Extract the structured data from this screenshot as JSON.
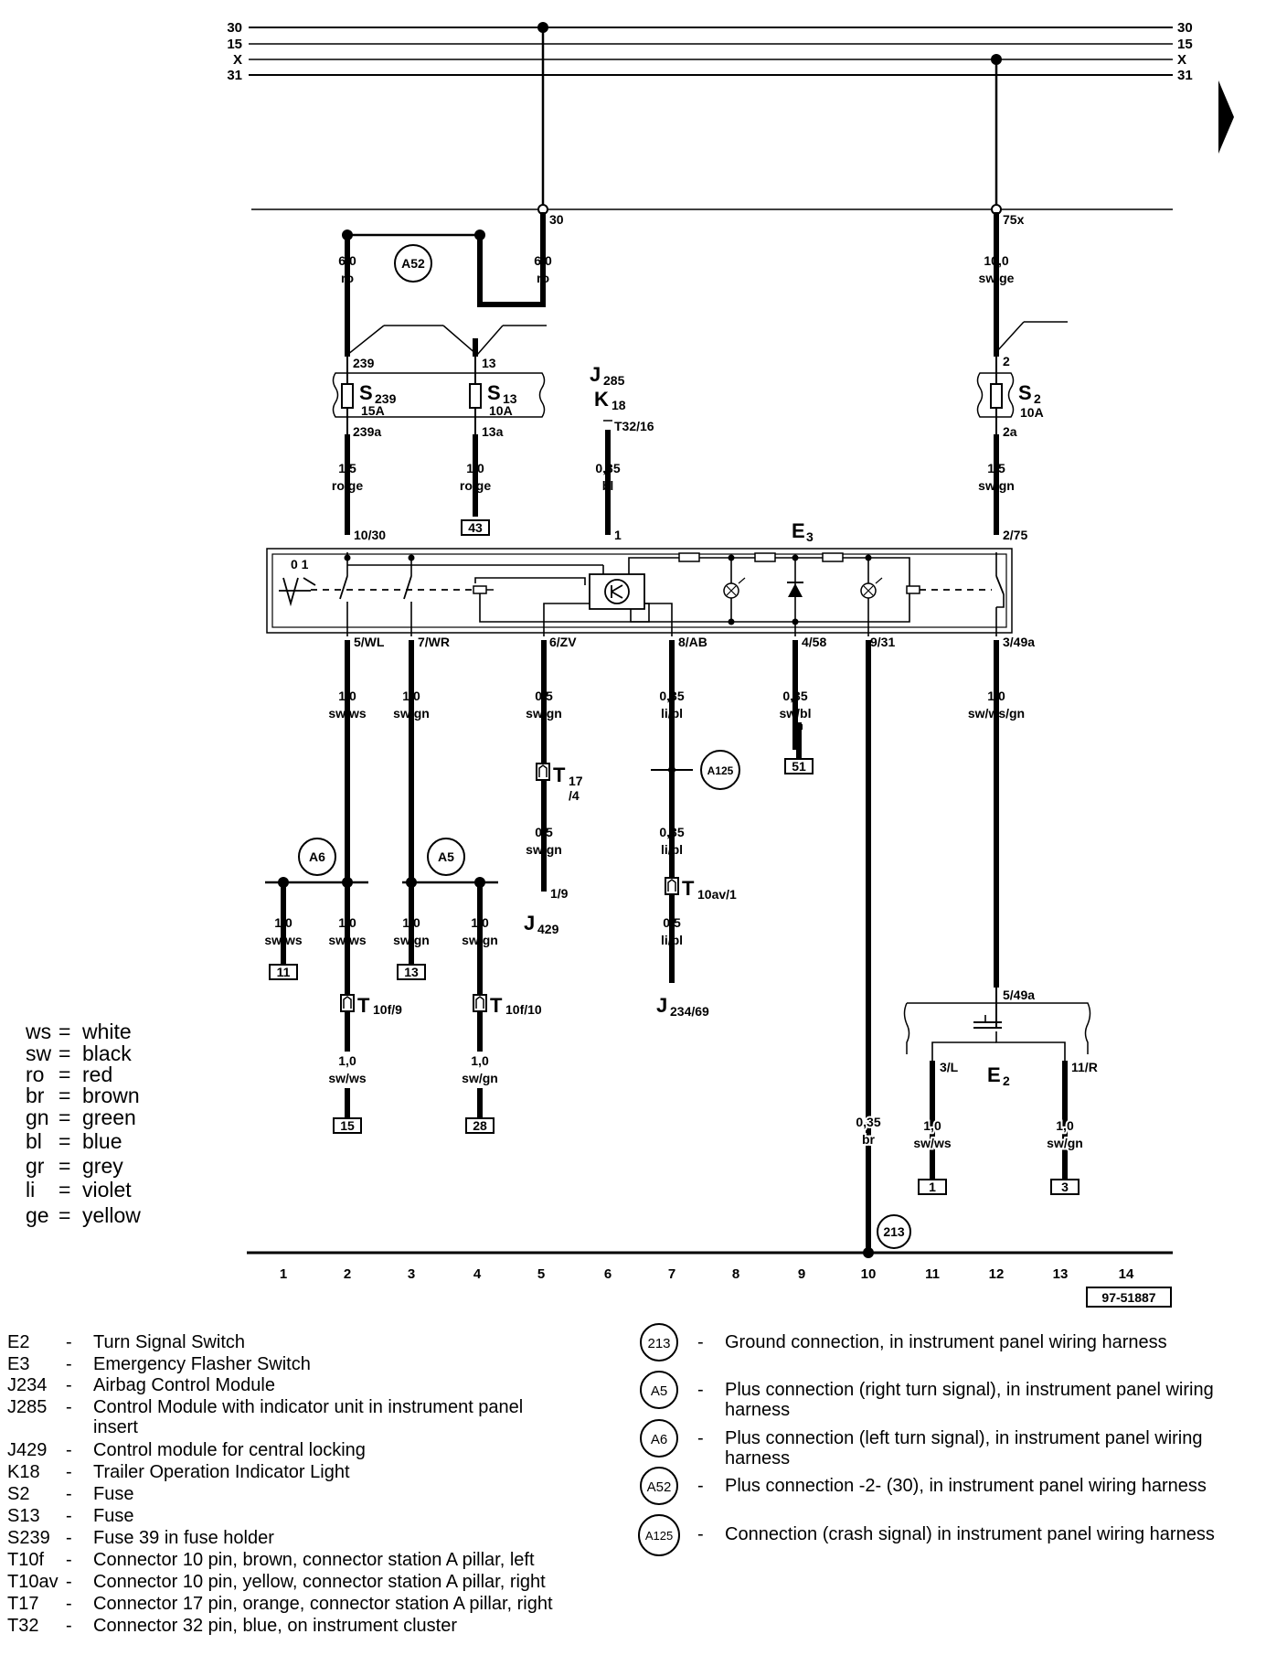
{
  "rails": {
    "left_labels": [
      "30",
      "15",
      "X",
      "31"
    ],
    "right_labels": [
      "30",
      "15",
      "X",
      "31"
    ]
  },
  "terminals": {
    "t30": "30",
    "t75x": "75x",
    "p239": "239",
    "p13": "13",
    "p2": "2",
    "p239a": "239a",
    "p13a": "13a",
    "p2a": "2a",
    "p10_30": "10/30",
    "p1": "1",
    "p2_75": "2/75",
    "p5wl": "5/WL",
    "p7wr": "7/WR",
    "p6zv": "6/ZV",
    "p8ab": "8/AB",
    "p4_58": "4/58",
    "p9_31": "9/31",
    "p3_49a": "3/49a",
    "p1_9": "1/9",
    "p5_49a": "5/49a",
    "p3l": "3/L",
    "p11r": "11/R",
    "t32_16": "T32/16",
    "sw_01": "0 1"
  },
  "wires": {
    "w1": {
      "size": "6,0",
      "color": "ro"
    },
    "w2": {
      "size": "6,0",
      "color": "ro"
    },
    "w3": {
      "size": "10,0",
      "color": "sw/ge"
    },
    "w4": {
      "size": "1,5",
      "color": "ro/ge"
    },
    "w5": {
      "size": "1,0",
      "color": "ro/ge"
    },
    "w6": {
      "size": "0,35",
      "color": "bl"
    },
    "w7": {
      "size": "1,5",
      "color": "sw/gn"
    },
    "w8": {
      "size": "1,0",
      "color": "sw/ws"
    },
    "w9": {
      "size": "1,0",
      "color": "sw/gn"
    },
    "w10": {
      "size": "0,5",
      "color": "sw/gn"
    },
    "w11": {
      "size": "0,35",
      "color": "li/bl"
    },
    "w12": {
      "size": "0,35",
      "color": "sw/bl"
    },
    "w13": {
      "size": "1,0",
      "color": "sw/ws/gn"
    },
    "w14": {
      "size": "0,5",
      "color": "sw/gn"
    },
    "w15": {
      "size": "0,35",
      "color": "li/bl"
    },
    "w16": {
      "size": "1,0",
      "color": "sw/ws"
    },
    "w17": {
      "size": "1,0",
      "color": "sw/ws"
    },
    "w18": {
      "size": "1,0",
      "color": "sw/gn"
    },
    "w19": {
      "size": "1,0",
      "color": "sw/gn"
    },
    "w20": {
      "size": "0,5",
      "color": "li/bl"
    },
    "w21": {
      "size": "1,0",
      "color": "sw/ws"
    },
    "w22": {
      "size": "1,0",
      "color": "sw/gn"
    },
    "w23": {
      "size": "0,35",
      "color": "br"
    },
    "w24": {
      "size": "1,0",
      "color": "sw/ws"
    },
    "w25": {
      "size": "1,0",
      "color": "sw/gn"
    }
  },
  "fuses": {
    "s239": {
      "name": "S",
      "sub": "239",
      "rating": "15A"
    },
    "s13": {
      "name": "S",
      "sub": "13",
      "rating": "10A"
    },
    "s2": {
      "name": "S",
      "sub": "2",
      "rating": "10A"
    }
  },
  "components": {
    "j285": {
      "name": "J",
      "sub": "285"
    },
    "k18": {
      "name": "K",
      "sub": "18"
    },
    "e3": {
      "name": "E",
      "sub": "3"
    },
    "e2": {
      "name": "E",
      "sub": "2"
    },
    "j429": {
      "name": "J",
      "sub": "429"
    },
    "j234": {
      "name": "J",
      "sub": "234/69"
    }
  },
  "connectors": {
    "t17": {
      "name": "T",
      "sub": "17",
      "pin": "/4"
    },
    "t10av": {
      "name": "T",
      "sub": "10av/1"
    },
    "t10f9": {
      "name": "T",
      "sub": "10f/9"
    },
    "t10f10": {
      "name": "T",
      "sub": "10f/10"
    }
  },
  "circles": {
    "a52": "A52",
    "a125": "A125",
    "a6": "A6",
    "a5": "A5",
    "g213": "213"
  },
  "refs": {
    "r43": "43",
    "r51": "51",
    "r11": "11",
    "r13": "13",
    "r15": "15",
    "r28": "28",
    "r1": "1",
    "r3": "3"
  },
  "ground_numbers": [
    "1",
    "2",
    "3",
    "4",
    "5",
    "6",
    "7",
    "8",
    "9",
    "10",
    "11",
    "12",
    "13",
    "14"
  ],
  "diagram_id": "97-51887",
  "color_legend": [
    {
      "code": "ws",
      "name": "white"
    },
    {
      "code": "sw",
      "name": "black"
    },
    {
      "code": "ro",
      "name": "red"
    },
    {
      "code": "br",
      "name": "brown"
    },
    {
      "code": "gn",
      "name": "green"
    },
    {
      "code": "bl",
      "name": "blue"
    },
    {
      "code": "gr",
      "name": "grey"
    },
    {
      "code": "li",
      "name": "violet"
    },
    {
      "code": "ge",
      "name": "yellow"
    }
  ],
  "component_key": [
    {
      "code": "E2",
      "desc": "Turn Signal Switch"
    },
    {
      "code": "E3",
      "desc": "Emergency Flasher Switch"
    },
    {
      "code": "J234",
      "desc": "Airbag Control Module"
    },
    {
      "code": "J285",
      "desc": "Control Module with indicator unit in instrument panel",
      "desc2": "insert"
    },
    {
      "code": "J429",
      "desc": "Control module for central locking"
    },
    {
      "code": "K18",
      "desc": "Trailer Operation Indicator Light"
    },
    {
      "code": "S2",
      "desc": "Fuse"
    },
    {
      "code": "S13",
      "desc": "Fuse"
    },
    {
      "code": "S239",
      "desc": "Fuse 39 in fuse holder"
    },
    {
      "code": "T10f",
      "desc": "Connector 10 pin, brown, connector station A pillar, left"
    },
    {
      "code": "T10av",
      "desc": "Connector 10 pin, yellow, connector station A pillar, right"
    },
    {
      "code": "T17",
      "desc": "Connector 17 pin, orange, connector station A pillar, right"
    },
    {
      "code": "T32",
      "desc": "Connector 32 pin, blue, on  instrument cluster"
    }
  ],
  "connection_key": [
    {
      "code": "213",
      "desc": "Ground connection, in instrument panel wiring harness"
    },
    {
      "code": "A5",
      "desc": "Plus connection (right turn signal), in instrument panel wiring",
      "desc2": "harness"
    },
    {
      "code": "A6",
      "desc": "Plus connection (left turn signal), in instrument panel wiring",
      "desc2": "harness"
    },
    {
      "code": "A52",
      "desc": "Plus connection -2- (30), in instrument panel wiring harness"
    },
    {
      "code": "A125",
      "desc": "Connection (crash signal) in instrument panel wiring harness"
    }
  ]
}
